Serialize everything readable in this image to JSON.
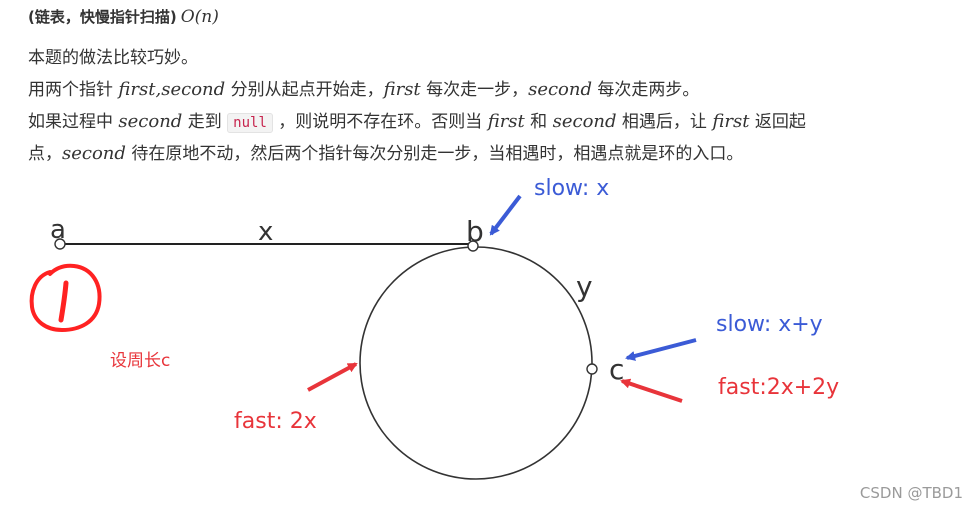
{
  "heading": {
    "text": "(链表，快慢指针扫描)",
    "complexity": "O(n)"
  },
  "para1": "本题的做法比较巧妙。",
  "para2": {
    "t1": "用两个指针 ",
    "v1": "first",
    "t2": ",",
    "v2": "second",
    "t3": " 分别从起点开始走，",
    "v3": "first",
    "t4": " 每次走一步，",
    "v4": "second",
    "t5": " 每次走两步。"
  },
  "para3": {
    "t1": "如果过程中 ",
    "v1": "second",
    "t2": " 走到 ",
    "code": "null",
    "t3": " ，则说明不存在环。否则当 ",
    "v2": "first",
    "t4": " 和 ",
    "v3": "second",
    "t5": " 相遇后，让 ",
    "v4": "first",
    "t6": " 返回起"
  },
  "para4": {
    "t1": "点，",
    "v1": "second",
    "t2": " 待在原地不动，然后两个指针每次分别走一步，当相遇时，相遇点就是环的入口。"
  },
  "diagram": {
    "labels": {
      "a": "a",
      "b": "b",
      "c": "c",
      "x": "x",
      "y": "y"
    },
    "annotations": {
      "slow_b": "slow: x",
      "slow_c": "slow: x+y",
      "fast_c": "fast:2x+2y",
      "fast_left": "fast: 2x",
      "circumference": "设周长c",
      "handwritten_number": "1"
    },
    "colors": {
      "blue": "#3b5bd6",
      "red": "#e8343a",
      "line": "#222222"
    }
  },
  "watermark": "CSDN @TBD1"
}
